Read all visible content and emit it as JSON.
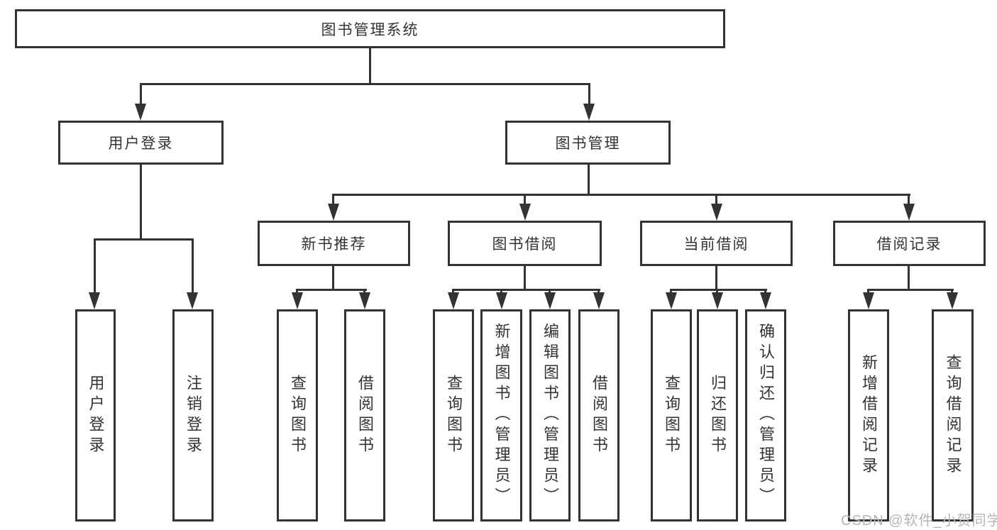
{
  "tree": {
    "root": {
      "label": "图书管理系统",
      "children": [
        {
          "label": "用户登录",
          "children": [
            {
              "label": "用户登录"
            },
            {
              "label": "注销登录"
            }
          ]
        },
        {
          "label": "图书管理",
          "children": [
            {
              "label": "新书推荐",
              "children": [
                {
                  "label": "查询图书"
                },
                {
                  "label": "借阅图书"
                }
              ]
            },
            {
              "label": "图书借阅",
              "children": [
                {
                  "label": "查询图书"
                },
                {
                  "label": "新增图书（管理员）"
                },
                {
                  "label": "编辑图书（管理员）"
                },
                {
                  "label": "借阅图书"
                }
              ]
            },
            {
              "label": "当前借阅",
              "children": [
                {
                  "label": "查询图书"
                },
                {
                  "label": "归还图书"
                },
                {
                  "label": "确认归还（管理员）"
                }
              ]
            },
            {
              "label": "借阅记录",
              "children": [
                {
                  "label": "新增借阅记录"
                },
                {
                  "label": "查询借阅记录"
                }
              ]
            }
          ]
        }
      ]
    }
  },
  "watermark": {
    "text": "CSDN @软件_小贺同学"
  },
  "colors": {
    "line": "#333333",
    "text": "#333333",
    "watermark": "#b5b5b5",
    "background": "#ffffff"
  }
}
